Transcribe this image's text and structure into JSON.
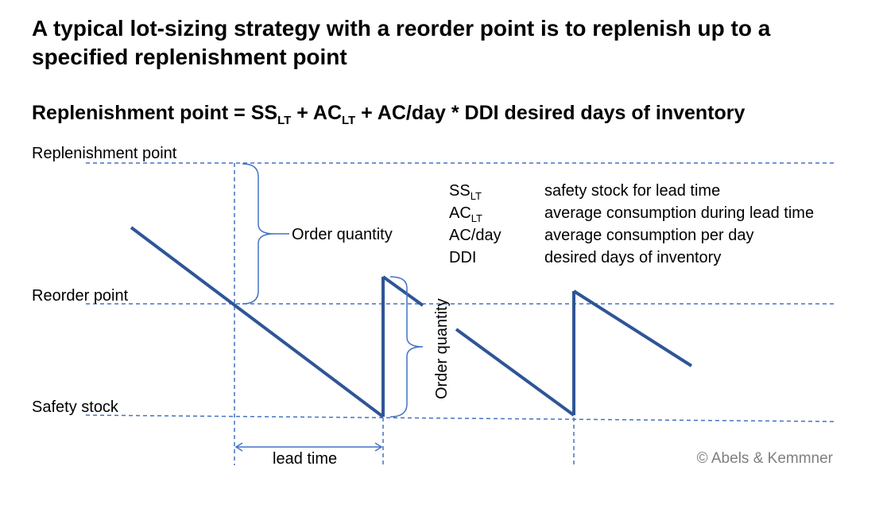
{
  "title": "A typical lot-sizing strategy with a reorder point is to replenish up to a specified replenishment point",
  "formula": {
    "lhs": "Replenishment point",
    "eq": " = ",
    "t1": "SS",
    "t1_sub": "LT",
    "plus1": " + ",
    "t2": "AC",
    "t2_sub": "LT",
    "plus2": " + ",
    "t3": "AC/day * DDI desired days of inventory"
  },
  "levels": {
    "replenishment_point": "Replenishment point",
    "reorder_point": "Reorder point",
    "safety_stock": "Safety stock"
  },
  "annotations": {
    "order_quantity_horizontal": "Order quantity",
    "order_quantity_vertical": "Order quantity",
    "lead_time": "lead time"
  },
  "legend": [
    {
      "abbr": "SS",
      "sub": "LT",
      "desc": "safety stock for lead time"
    },
    {
      "abbr": "AC",
      "sub": "LT",
      "desc": "average consumption during lead time"
    },
    {
      "abbr": "AC/day",
      "sub": "",
      "desc": "average consumption per day"
    },
    {
      "abbr": "DDI",
      "sub": "",
      "desc": "desired days of inventory"
    }
  ],
  "copyright": "© Abels & Kemmner",
  "colors": {
    "line": "#2f5597",
    "dashed": "#4472c4",
    "text": "#000000",
    "muted": "#7f7f7f"
  }
}
